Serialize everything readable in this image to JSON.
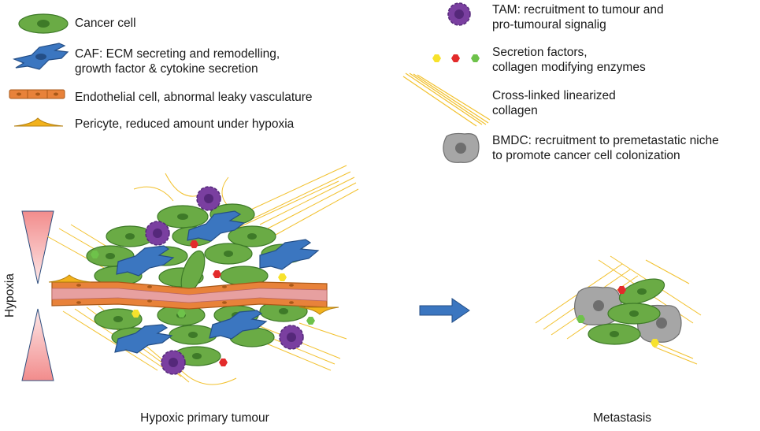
{
  "legend_left": [
    {
      "icon": "cancer-cell-icon",
      "text": "Cancer cell"
    },
    {
      "icon": "caf-cell-icon",
      "text": "CAF: ECM secreting and remodelling,\ngrowth factor & cytokine secretion"
    },
    {
      "icon": "endothelial-cell-icon",
      "text": "Endothelial cell, abnormal leaky vasculature"
    },
    {
      "icon": "pericyte-icon",
      "text": "Pericyte, reduced amount under hypoxia"
    }
  ],
  "legend_right": [
    {
      "icon": "tam-cell-icon",
      "text": "TAM: recruitment to tumour and\npro-tumoural signalig"
    },
    {
      "icon": "secretion-factors-icon",
      "text": "Secretion factors,\ncollagen modifying enzymes"
    },
    {
      "icon": "collagen-fibers-icon",
      "text": "Cross-linked linearized\ncollagen"
    },
    {
      "icon": "bmdc-cell-icon",
      "text": "BMDC: recruitment to premetastatic niche\nto promote cancer cell colonization"
    }
  ],
  "labels": {
    "hypoxia": "Hypoxia",
    "primary_tumour": "Hypoxic primary tumour",
    "metastasis": "Metastasis"
  },
  "colors": {
    "cancer": "#6aab45",
    "caf": "#3b76c0",
    "endothelial": "#e8823a",
    "vessel_inner": "#e7a0a0",
    "pericyte": "#f2b21c",
    "tam": "#7a3fa0",
    "collagen": "#f2c12e",
    "bmdc": "#a6a6a6",
    "arrow": "#3b76c0"
  }
}
